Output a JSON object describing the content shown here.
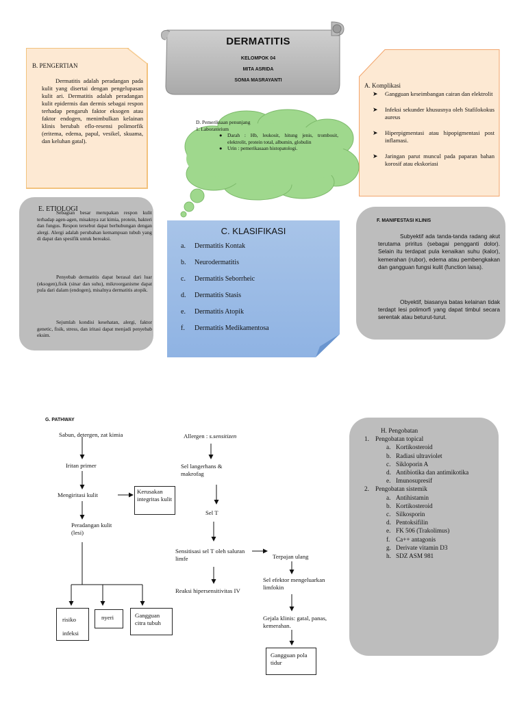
{
  "title": {
    "main": "DERMATITIS",
    "group": "KELOMPOK 04",
    "member1": "MITA ASRIDA",
    "member2": "SONIA MASRAYANTI"
  },
  "pengertian": {
    "heading": "B. PENGERTIAN",
    "body": "Dermatitis adalah peradangan pada kulit yang disertai dengan pengelupasan kulit ari. Dermatitis adalah peradangan kulit epidermis dan dermis sebagai respon terhadap pengaruh faktor eksogen atau faktor endogen, menimbulkan kelainan klinis berubah eflo-resensi polimorfik (eritema, edema, papul, vesikel, skuama, dan keluhan gatal)."
  },
  "komplikasi": {
    "heading": "A. Komplikasi",
    "items": [
      "Gangguan keseimbangan cairan dan elektrolit",
      "Infeksi sekunder khususnya oleh Stafilokokus aureus",
      "Hiperpigmentasi atau hipopigmentasi post inflamasi.",
      "Jaringan parut muncul pada paparan bahan korosif atau ekskoriasi"
    ]
  },
  "pemeriksaan": {
    "heading": "D.   Pemeriksaan penunjang",
    "sub": "1.   Laboratorium",
    "items": [
      "Darah : Hb, leukosit, hitung jenis, trombosit, elektrolit, protein total, albumin, globulin",
      "Urin : pemerikasaan histopatologi."
    ]
  },
  "etiologi": {
    "heading": "E.  ETIOLOGI",
    "paragraphs": [
      "Sebagian besar merupakan respon kulit terhadap agen-agen, misaknya zat kimia, protein, bakteri dan fungus. Respon tersebut dapat berhubungan dengan alergi. Alergi adalah perubahan kemampuan tubuh yang di dapat dan spesifik untuk bereaksi.",
      "Penyebab dermatitis dapat berasal dari luar (eksogen),fisik (sinar dan suhu), mikroorganisme dapat pula dari dalam (endogen), misalnya dermatitis atopik.",
      "Sejumlah kondisi kesehatan, alergi, faktor genetic, fisik, stress, dan iritasi dapat menjadi penyebab eksim."
    ]
  },
  "klasifikasi": {
    "heading": "C. KLASIFIKASI",
    "items": [
      {
        "n": "a.",
        "label": "Dermatitis Kontak"
      },
      {
        "n": "b.",
        "label": "Neurodermatitis"
      },
      {
        "n": "c.",
        "label": "Dermatitis Seborrheic"
      },
      {
        "n": "d.",
        "label": "Dermatitis Stasis"
      },
      {
        "n": "e.",
        "label": "Dermatitis Atopik"
      },
      {
        "n": "f.",
        "label": "Dermatitis Medikamentosa"
      }
    ]
  },
  "manifestasi": {
    "heading": "F.      MANIFESTASI KLINIS",
    "paragraphs": [
      "Subyektif ada tanda-tanda radang akut terutama priritus (sebagai pengganti dolor). Selain itu terdapat pula kenaikan suhu (kalor), kemerahan (rubor), edema atau pembengkakan dan gangguan fungsi kulit (function laisa).",
      "Obyektif, biasanya batas kelainan tidak terdapt lesi polimorfi yang dapat timbul secara serentak atau beturut-turut."
    ]
  },
  "pathway": {
    "label": "G.  PATHWAY",
    "left": {
      "n1": "Sabun, detergen, zat kimia",
      "n2": "Iritan primer",
      "n3": "Mengiritasi kulit",
      "n3b": "Kerusakan integritas kulit",
      "n4": "Peradangan kulit (lesi)",
      "o1": "risiko infeksi",
      "o2": "nyeri",
      "o3": "Gangguan citra tubuh"
    },
    "right": {
      "n1a": "Allergen : ",
      "n1b": "s.sensitizen",
      "n2": "Sel langerhans & makrofag",
      "n3": "Sel T",
      "n4": "Sensitisasi sel T oleh saluran limfe",
      "n4b": "Terpajan ulang",
      "n5": "Reaksi hipersensitivitas IV",
      "n6": "Sel efektor mengeluarkan limfokin",
      "n7": "Gejala klinis: gatal, panas, kemerahan.",
      "n8": "Gangguan pola tidur"
    }
  },
  "pengobatan": {
    "heading": "H.  Pengobatan",
    "topical_label": "Pengobatan topical",
    "topical": [
      {
        "n": "a.",
        "label": "Kortikosteroid"
      },
      {
        "n": "b.",
        "label": "Radiasi ultraviolet"
      },
      {
        "n": "c.",
        "label": "Sikloporin A"
      },
      {
        "n": "d.",
        "label": "Antibiotika dan antimikotika"
      },
      {
        "n": "e.",
        "label": "Imunosupresif"
      }
    ],
    "sistemik_label": "Pengobatan sistemik",
    "sistemik": [
      {
        "n": "a.",
        "label": "Antihistamin"
      },
      {
        "n": "b.",
        "label": "Kortikosteroid"
      },
      {
        "n": "c.",
        "label": "Silkosporin"
      },
      {
        "n": "d.",
        "label": "Pentoksifilin"
      },
      {
        "n": "e.",
        "label": "FK 506 (Trakolimus)"
      },
      {
        "n": "f.",
        "label": "Ca++ antagonis"
      },
      {
        "n": "g.",
        "label": "Derivate vitamin D3"
      },
      {
        "n": "h.",
        "label": "SDZ ASM 981"
      }
    ]
  }
}
